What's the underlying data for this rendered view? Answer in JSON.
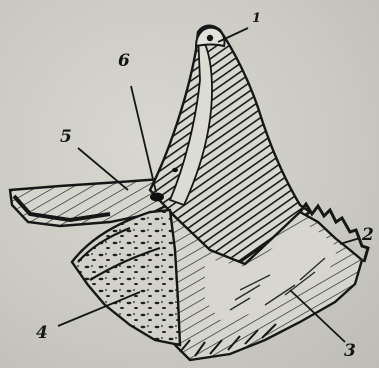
{
  "labels": {
    "l1": "1",
    "l2": "2",
    "l3": "3",
    "l4": "4",
    "l5": "5",
    "l6": "6"
  },
  "colors": {
    "ink": "#161616",
    "paper": "#cfcfc7",
    "shade": "#2a2a2a"
  }
}
